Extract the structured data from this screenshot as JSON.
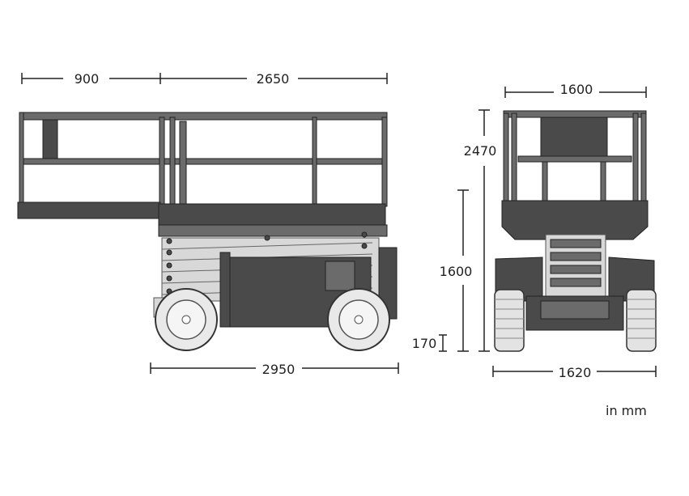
{
  "dimensions": {
    "platform_extension": "900",
    "platform_length": "2650",
    "wheelbase_length": "2950",
    "front_width_top": "1600",
    "total_height": "2470",
    "platform_height": "1600",
    "ground_clearance": "170",
    "track_width": "1620"
  },
  "unit_label": "in mm"
}
